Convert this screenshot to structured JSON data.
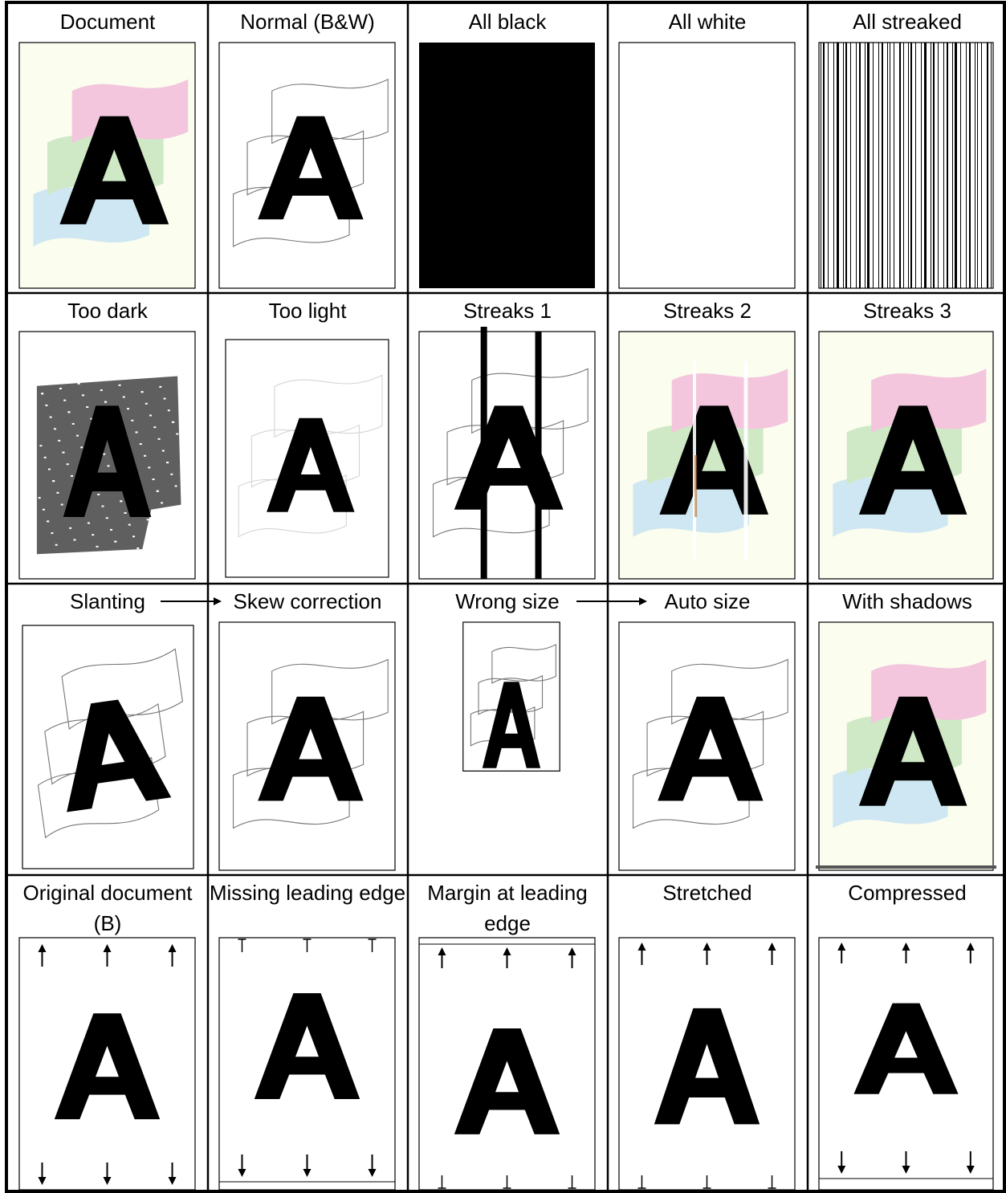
{
  "rows": [
    {
      "cells": [
        {
          "title": "Document",
          "kind": "color"
        },
        {
          "title": "Normal (B&W)",
          "kind": "outline"
        },
        {
          "title": "All black",
          "kind": "black"
        },
        {
          "title": "All white",
          "kind": "white"
        },
        {
          "title": "All streaked",
          "kind": "streaked"
        }
      ]
    },
    {
      "cells": [
        {
          "title": "Too dark",
          "kind": "dark"
        },
        {
          "title": "Too light",
          "kind": "light"
        },
        {
          "title": "Streaks 1",
          "kind": "streaks1"
        },
        {
          "title": "Streaks 2",
          "kind": "streaks2"
        },
        {
          "title": "Streaks 3",
          "kind": "color"
        }
      ]
    },
    {
      "cells": [
        {
          "title": "Slanting",
          "kind": "slant"
        },
        {
          "title": "Skew correction",
          "kind": "outline"
        },
        {
          "title": "Wrong size",
          "kind": "small"
        },
        {
          "title": "Auto size",
          "kind": "outline"
        },
        {
          "title": "With shadows",
          "kind": "shadow"
        }
      ]
    },
    {
      "cells": [
        {
          "title": "Original document (B)",
          "kind": "arrows"
        },
        {
          "title": "Missing leading edge",
          "kind": "missing"
        },
        {
          "title": "Margin at leading edge",
          "kind": "margin"
        },
        {
          "title": "Stretched",
          "kind": "stretched"
        },
        {
          "title": "Compressed",
          "kind": "compressed"
        }
      ]
    }
  ],
  "arrows": [
    {
      "from": "Slanting",
      "to": "Skew correction"
    },
    {
      "from": "Wrong size",
      "to": "Auto size"
    }
  ],
  "letter": "A",
  "colors": {
    "pink": "#f3c6dd",
    "green": "#cfe9c6",
    "blue": "#cfe7f2",
    "paper": "#fbfdef"
  }
}
